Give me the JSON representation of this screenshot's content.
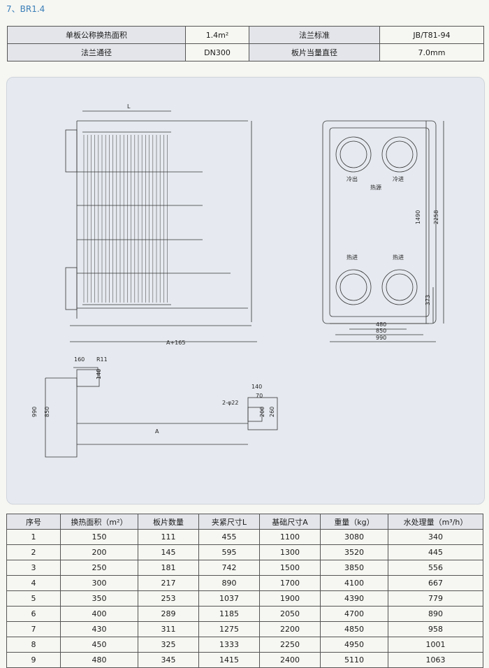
{
  "title": "7、BR1.4",
  "spec": {
    "rows": [
      {
        "l1": "单板公称换热面积",
        "v1": "1.4m²",
        "l2": "法兰标准",
        "v2": "JB/T81-94"
      },
      {
        "l1": "法兰通径",
        "v1": "DN300",
        "l2": "板片当量直径",
        "v2": "7.0mm"
      }
    ]
  },
  "drawing": {
    "labels": {
      "L": "L",
      "A165": "A+165",
      "d1490": "1490",
      "d2258": "2258",
      "d373": "373",
      "d480": "480",
      "d850": "850",
      "d990": "990",
      "lengre": "冷出",
      "reyuan": "热源",
      "lenggeng": "冷进",
      "rejin": "热进",
      "rezhu": "热进",
      "f160": "160",
      "fR11": "R11",
      "f140": "140",
      "f990": "990",
      "f850": "850",
      "fA": "A",
      "b140": "140",
      "b70": "70",
      "b2phi": "2-φ22",
      "b200": "200",
      "b260": "260"
    }
  },
  "table": {
    "headers": [
      "序号",
      "换热面积（m²）",
      "板片数量",
      "夹紧尺寸L",
      "基础尺寸A",
      "重量（kg）",
      "水处理量（m³/h）"
    ],
    "rows": [
      [
        "1",
        "150",
        "111",
        "455",
        "1100",
        "3080",
        "340"
      ],
      [
        "2",
        "200",
        "145",
        "595",
        "1300",
        "3520",
        "445"
      ],
      [
        "3",
        "250",
        "181",
        "742",
        "1500",
        "3850",
        "556"
      ],
      [
        "4",
        "300",
        "217",
        "890",
        "1700",
        "4100",
        "667"
      ],
      [
        "5",
        "350",
        "253",
        "1037",
        "1900",
        "4390",
        "779"
      ],
      [
        "6",
        "400",
        "289",
        "1185",
        "2050",
        "4700",
        "890"
      ],
      [
        "7",
        "430",
        "311",
        "1275",
        "2200",
        "4850",
        "958"
      ],
      [
        "8",
        "450",
        "325",
        "1333",
        "2250",
        "4950",
        "1001"
      ],
      [
        "9",
        "480",
        "345",
        "1415",
        "2400",
        "5110",
        "1063"
      ]
    ]
  }
}
